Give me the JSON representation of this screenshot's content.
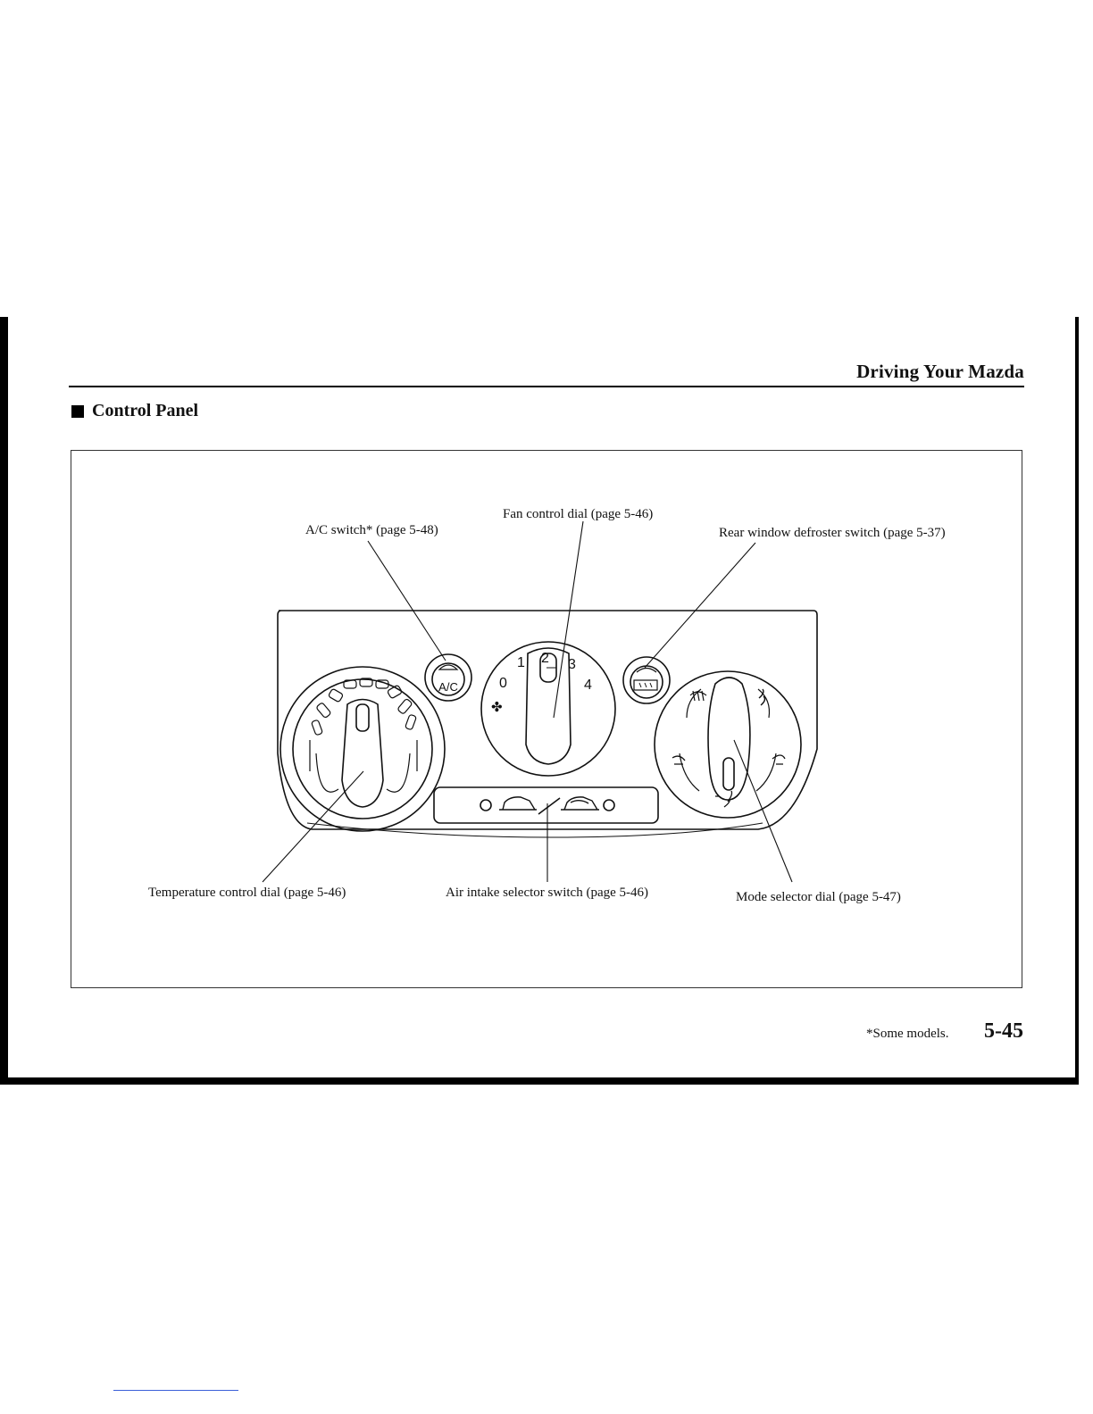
{
  "header": {
    "section_title": "Driving Your Mazda"
  },
  "heading": {
    "title": "Control Panel"
  },
  "figure": {
    "callouts": {
      "ac_switch": "A/C switch* (page 5-48)",
      "fan_control": "Fan control dial (page 5-46)",
      "rear_defroster": "Rear window defroster switch (page 5-37)",
      "temperature_control": "Temperature control dial (page 5-46)",
      "air_intake": "Air intake selector switch (page 5-46)",
      "mode_selector": "Mode selector dial (page 5-47)"
    },
    "ac_button_label": "A/C",
    "fan_scale": [
      "0",
      "1",
      "2",
      "3",
      "4"
    ]
  },
  "footer": {
    "footnote": "*Some models.",
    "page_number": "5-45"
  }
}
